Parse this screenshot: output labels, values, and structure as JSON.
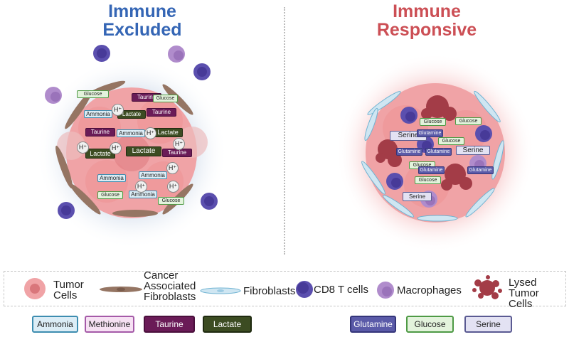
{
  "panels": {
    "left": {
      "title_line1": "Immune",
      "title_line2": "Excluded",
      "title_color": "#3566b5"
    },
    "right": {
      "title_line1": "Immune",
      "title_line2": "Responsive",
      "title_color": "#cc4f55"
    }
  },
  "left_tags": [
    {
      "type": "glc",
      "label": "Glucose"
    },
    {
      "type": "tau",
      "label": "Taurine"
    },
    {
      "type": "glc",
      "label": "Glucose"
    },
    {
      "type": "amm",
      "label": "Ammonia"
    },
    {
      "type": "lac",
      "label": "Lactate"
    },
    {
      "type": "tau",
      "label": "Taurine"
    },
    {
      "type": "tau",
      "label": "Taurine"
    },
    {
      "type": "amm",
      "label": "Ammonia"
    },
    {
      "type": "lac",
      "label": "Lactate"
    },
    {
      "type": "lac",
      "label": "Lactate"
    },
    {
      "type": "lac",
      "label": "Lactate"
    },
    {
      "type": "tau",
      "label": "Taurine"
    },
    {
      "type": "amm",
      "label": "Ammonia"
    },
    {
      "type": "amm",
      "label": "Ammonia"
    },
    {
      "type": "glc",
      "label": "Glucose"
    },
    {
      "type": "amm",
      "label": "Ammonia"
    },
    {
      "type": "glc",
      "label": "Glucose"
    }
  ],
  "hplus_label": "H⁺",
  "hplus_count": 8,
  "right_tags": [
    {
      "type": "glc",
      "label": "Glucose"
    },
    {
      "type": "glc",
      "label": "Glucose"
    },
    {
      "type": "ser",
      "label": "Serine"
    },
    {
      "type": "gln",
      "label": "Glutamine"
    },
    {
      "type": "glc",
      "label": "Glucose"
    },
    {
      "type": "gln",
      "label": "Glutamine"
    },
    {
      "type": "gln",
      "label": "Glutamine"
    },
    {
      "type": "ser",
      "label": "Serine"
    },
    {
      "type": "glc",
      "label": "Glucose"
    },
    {
      "type": "gln",
      "label": "Glutamine"
    },
    {
      "type": "gln",
      "label": "Glutamine"
    },
    {
      "type": "glc",
      "label": "Glucose"
    },
    {
      "type": "ser",
      "label": "Serine"
    }
  ],
  "legend": {
    "tumor_cells": "Tumor\nCells",
    "caf": "Cancer\nAssociated\nFibroblasts",
    "fibroblasts": "Fibroblasts",
    "cd8": "CD8 T cells",
    "macrophages": "Macrophages",
    "lysed": "Lysed Tumor\nCells"
  },
  "metabolite_key_left": [
    {
      "type": "amm",
      "label": "Ammonia"
    },
    {
      "type": "met",
      "label": "Methionine"
    },
    {
      "type": "tau",
      "label": "Taurine"
    },
    {
      "type": "lac",
      "label": "Lactate"
    }
  ],
  "metabolite_key_right": [
    {
      "type": "gln",
      "label": "Glutamine"
    },
    {
      "type": "glc",
      "label": "Glucose"
    },
    {
      "type": "ser",
      "label": "Serine"
    }
  ],
  "colors": {
    "ammonia": "#dcedf6",
    "glucose": "#e3f3dc",
    "taurine": "#6a1b57",
    "lactate": "#3c4c22",
    "glutamine": "#5a5aa8",
    "serine": "#e3e2f3",
    "methionine": "#f6e1f3",
    "tumor": "#f0a3a6",
    "cd8": "#5b4fae",
    "macrophage": "#b08ccc",
    "lysed": "#a33c47",
    "fibroblast": "#cfe6f2",
    "caf": "#957563"
  }
}
